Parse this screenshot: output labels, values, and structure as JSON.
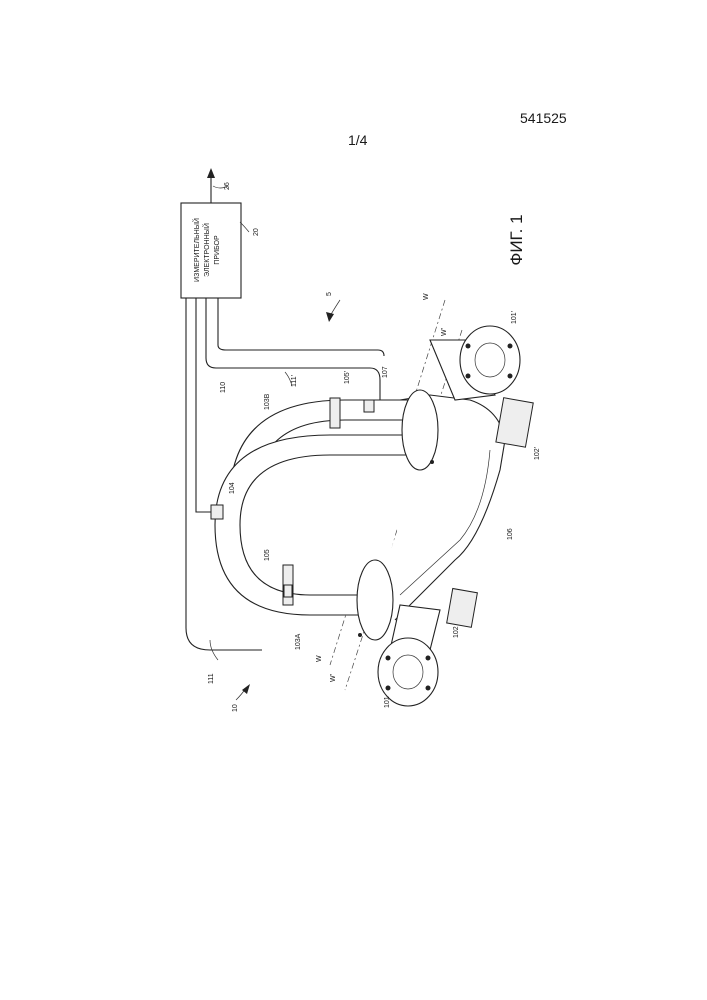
{
  "header": {
    "doc_number": "541525",
    "page_number": "1/4"
  },
  "figure": {
    "caption": "ФИГ. 1",
    "electronics_box": {
      "lines": [
        "ИЗМЕРИТЕЛЬНЫЙ",
        "ЭЛЕКТРОННЫЙ",
        "ПРИБОР"
      ]
    },
    "labels": {
      "l_26": "26",
      "l_20": "20",
      "l_5": "5",
      "l_W_top": "W",
      "l_Wp_top": "W'",
      "l_101p": "101'",
      "l_107": "107",
      "l_105p": "105'",
      "l_111p": "111'",
      "l_110": "110",
      "l_103B": "103B",
      "l_104": "104",
      "l_102p": "102'",
      "l_106": "106",
      "l_105": "105",
      "l_103A": "103A",
      "l_102": "102",
      "l_W_bottom": "W",
      "l_Wp_bottom": "W'",
      "l_101": "101",
      "l_111": "111",
      "l_10": "10"
    }
  }
}
